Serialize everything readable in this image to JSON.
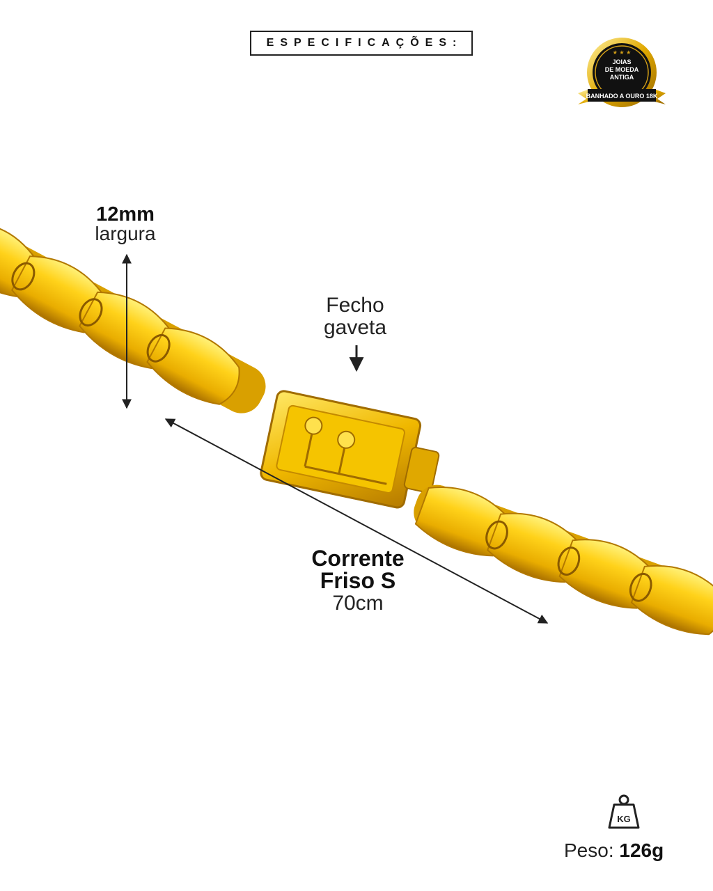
{
  "header": {
    "title": "ESPECIFICAÇÕES:"
  },
  "badge": {
    "line1": "JOIAS",
    "line2": "DE MOEDA",
    "line3": "ANTIGA",
    "ribbon": "BANHADO A OURO 18K"
  },
  "labels": {
    "width_value": "12mm",
    "width_label": "largura",
    "clasp_line1": "Fecho",
    "clasp_line2": "gaveta",
    "product_line1": "Corrente",
    "product_line2": "Friso S",
    "length_value": "70cm"
  },
  "weight": {
    "icon_text": "KG",
    "label": "Peso:",
    "value": "126g"
  },
  "colors": {
    "gold_light": "#ffe15a",
    "gold": "#f2c200",
    "gold_dark": "#c48a00",
    "badge_black": "#111111"
  },
  "icons": [
    "weight-kg-icon",
    "medal-badge-icon",
    "arrow-icon"
  ]
}
